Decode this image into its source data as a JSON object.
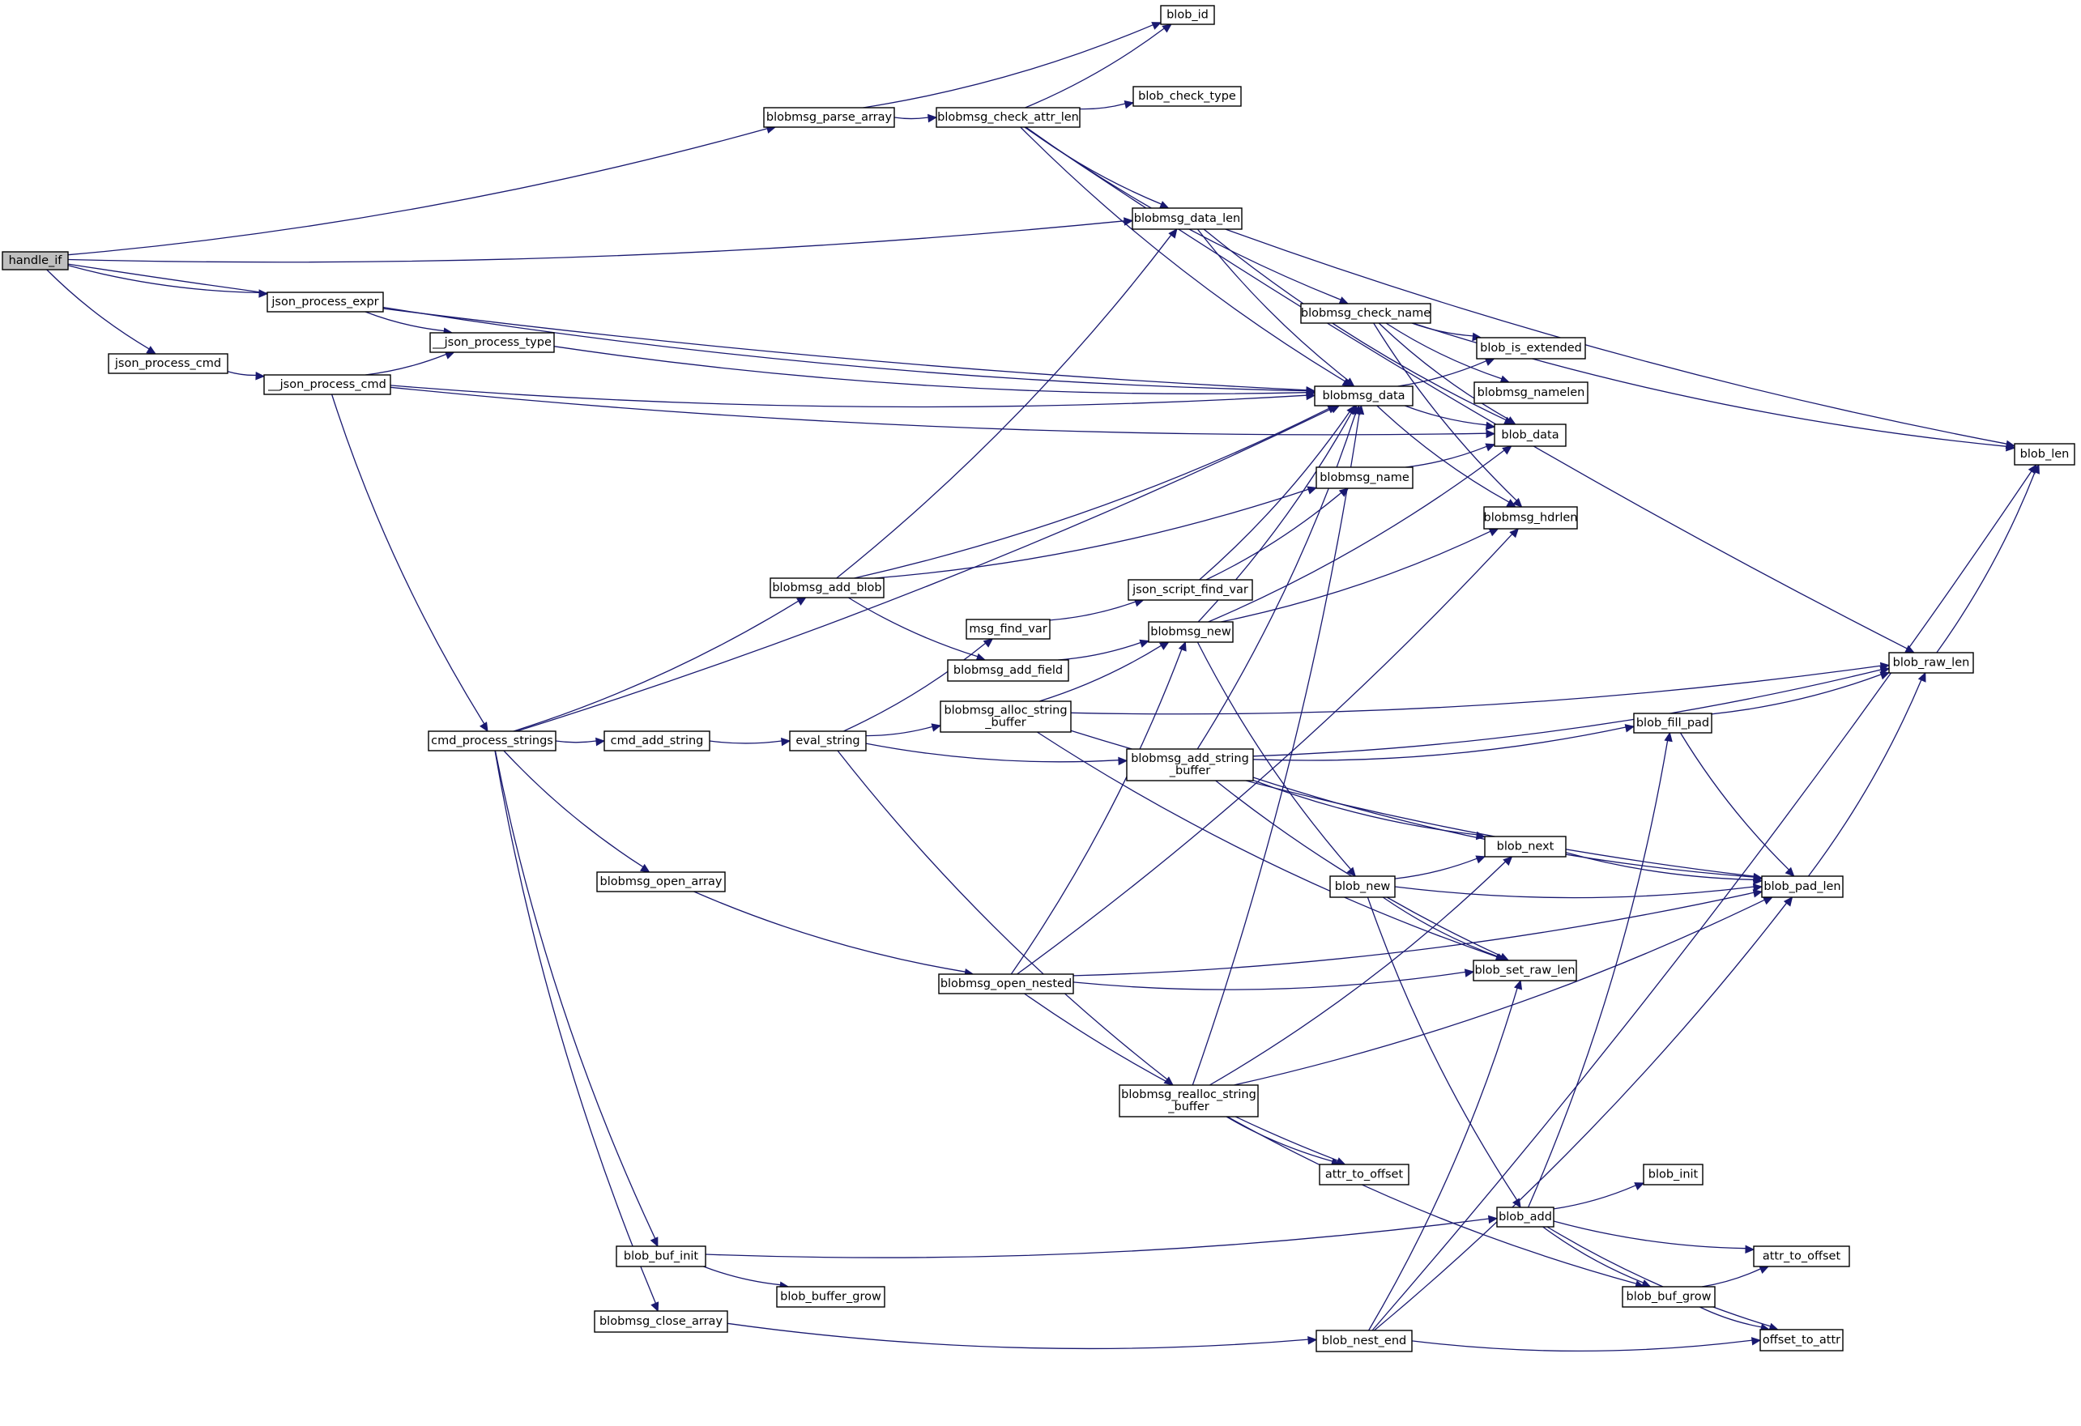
{
  "diagram": {
    "nodes": [
      {
        "id": "handle_if",
        "lines": [
          "handle_if"
        ],
        "root": true
      },
      {
        "id": "blobmsg_parse_array",
        "lines": [
          "blobmsg_parse_array"
        ]
      },
      {
        "id": "blob_id",
        "lines": [
          "blob_id"
        ]
      },
      {
        "id": "blobmsg_check_attr_len",
        "lines": [
          "blobmsg_check_attr_len"
        ]
      },
      {
        "id": "blob_check_type",
        "lines": [
          "blob_check_type"
        ]
      },
      {
        "id": "blobmsg_data_len",
        "lines": [
          "blobmsg_data_len"
        ]
      },
      {
        "id": "json_process_expr",
        "lines": [
          "json_process_expr"
        ]
      },
      {
        "id": "json_process_cmd",
        "lines": [
          "json_process_cmd"
        ]
      },
      {
        "id": "__json_process_type",
        "lines": [
          "__json_process_type"
        ]
      },
      {
        "id": "__json_process_cmd",
        "lines": [
          "__json_process_cmd"
        ]
      },
      {
        "id": "blobmsg_check_name",
        "lines": [
          "blobmsg_check_name"
        ]
      },
      {
        "id": "blob_is_extended",
        "lines": [
          "blob_is_extended"
        ]
      },
      {
        "id": "blobmsg_data",
        "lines": [
          "blobmsg_data"
        ]
      },
      {
        "id": "blobmsg_namelen",
        "lines": [
          "blobmsg_namelen"
        ]
      },
      {
        "id": "blob_data",
        "lines": [
          "blob_data"
        ]
      },
      {
        "id": "blob_len",
        "lines": [
          "blob_len"
        ]
      },
      {
        "id": "blobmsg_name",
        "lines": [
          "blobmsg_name"
        ]
      },
      {
        "id": "blobmsg_hdrlen",
        "lines": [
          "blobmsg_hdrlen"
        ]
      },
      {
        "id": "blobmsg_add_blob",
        "lines": [
          "blobmsg_add_blob"
        ]
      },
      {
        "id": "json_script_find_var",
        "lines": [
          "json_script_find_var"
        ]
      },
      {
        "id": "msg_find_var",
        "lines": [
          "msg_find_var"
        ]
      },
      {
        "id": "blobmsg_new",
        "lines": [
          "blobmsg_new"
        ]
      },
      {
        "id": "blobmsg_add_field",
        "lines": [
          "blobmsg_add_field"
        ]
      },
      {
        "id": "blob_raw_len",
        "lines": [
          "blob_raw_len"
        ]
      },
      {
        "id": "blobmsg_alloc_string_buffer",
        "lines": [
          "blobmsg_alloc_string",
          "_buffer"
        ]
      },
      {
        "id": "cmd_process_strings",
        "lines": [
          "cmd_process_strings"
        ]
      },
      {
        "id": "cmd_add_string",
        "lines": [
          "cmd_add_string"
        ]
      },
      {
        "id": "eval_string",
        "lines": [
          "eval_string"
        ]
      },
      {
        "id": "blobmsg_add_string_buffer",
        "lines": [
          "blobmsg_add_string",
          "_buffer"
        ]
      },
      {
        "id": "blob_fill_pad",
        "lines": [
          "blob_fill_pad"
        ]
      },
      {
        "id": "blob_next",
        "lines": [
          "blob_next"
        ]
      },
      {
        "id": "blob_new",
        "lines": [
          "blob_new"
        ]
      },
      {
        "id": "blob_pad_len",
        "lines": [
          "blob_pad_len"
        ]
      },
      {
        "id": "blobmsg_open_array",
        "lines": [
          "blobmsg_open_array"
        ]
      },
      {
        "id": "blob_set_raw_len",
        "lines": [
          "blob_set_raw_len"
        ]
      },
      {
        "id": "blobmsg_open_nested",
        "lines": [
          "blobmsg_open_nested"
        ]
      },
      {
        "id": "blobmsg_realloc_string_buffer",
        "lines": [
          "blobmsg_realloc_string",
          "_buffer"
        ]
      },
      {
        "id": "attr_to_offset_1",
        "lines": [
          "attr_to_offset"
        ]
      },
      {
        "id": "blob_init",
        "lines": [
          "blob_init"
        ]
      },
      {
        "id": "blob_add",
        "lines": [
          "blob_add"
        ]
      },
      {
        "id": "blob_buf_init",
        "lines": [
          "blob_buf_init"
        ]
      },
      {
        "id": "attr_to_offset_2",
        "lines": [
          "attr_to_offset"
        ]
      },
      {
        "id": "blob_buffer_grow",
        "lines": [
          "blob_buffer_grow"
        ]
      },
      {
        "id": "blob_buf_grow",
        "lines": [
          "blob_buf_grow"
        ]
      },
      {
        "id": "blobmsg_close_array",
        "lines": [
          "blobmsg_close_array"
        ]
      },
      {
        "id": "blob_nest_end",
        "lines": [
          "blob_nest_end"
        ]
      },
      {
        "id": "offset_to_attr",
        "lines": [
          "offset_to_attr"
        ]
      }
    ],
    "edges": [
      [
        "handle_if",
        "blobmsg_parse_array"
      ],
      [
        "handle_if",
        "blobmsg_data_len"
      ],
      [
        "handle_if",
        "blobmsg_data"
      ],
      [
        "handle_if",
        "json_process_expr"
      ],
      [
        "handle_if",
        "json_process_cmd"
      ],
      [
        "blobmsg_parse_array",
        "blob_id"
      ],
      [
        "blobmsg_parse_array",
        "blobmsg_check_attr_len"
      ],
      [
        "blobmsg_check_attr_len",
        "blob_id"
      ],
      [
        "blobmsg_check_attr_len",
        "blob_check_type"
      ],
      [
        "blobmsg_check_attr_len",
        "blobmsg_data_len"
      ],
      [
        "blobmsg_check_attr_len",
        "blobmsg_check_name"
      ],
      [
        "blobmsg_check_attr_len",
        "blobmsg_data"
      ],
      [
        "blobmsg_check_attr_len",
        "blob_raw_len"
      ],
      [
        "blobmsg_data_len",
        "blobmsg_data"
      ],
      [
        "blobmsg_data_len",
        "blob_data"
      ],
      [
        "blobmsg_data_len",
        "blob_len"
      ],
      [
        "json_process_expr",
        "__json_process_type"
      ],
      [
        "json_process_expr",
        "blobmsg_data"
      ],
      [
        "json_process_cmd",
        "__json_process_cmd"
      ],
      [
        "__json_process_cmd",
        "__json_process_type"
      ],
      [
        "__json_process_cmd",
        "blobmsg_data"
      ],
      [
        "__json_process_cmd",
        "blob_data"
      ],
      [
        "__json_process_cmd",
        "cmd_process_strings"
      ],
      [
        "__json_process_type",
        "blobmsg_data"
      ],
      [
        "blobmsg_check_name",
        "blob_is_extended"
      ],
      [
        "blobmsg_check_name",
        "blobmsg_namelen"
      ],
      [
        "blobmsg_check_name",
        "blob_data"
      ],
      [
        "blobmsg_check_name",
        "blobmsg_hdrlen"
      ],
      [
        "blobmsg_check_name",
        "blob_len"
      ],
      [
        "blobmsg_data",
        "blob_is_extended"
      ],
      [
        "blobmsg_data",
        "blob_data"
      ],
      [
        "blobmsg_data",
        "blobmsg_hdrlen"
      ],
      [
        "blobmsg_name",
        "blob_data"
      ],
      [
        "cmd_process_strings",
        "blobmsg_data"
      ],
      [
        "cmd_process_strings",
        "blobmsg_add_blob"
      ],
      [
        "cmd_process_strings",
        "cmd_add_string"
      ],
      [
        "cmd_process_strings",
        "blobmsg_open_array"
      ],
      [
        "cmd_process_strings",
        "blob_buf_init"
      ],
      [
        "cmd_process_strings",
        "blobmsg_close_array"
      ],
      [
        "blobmsg_add_blob",
        "blobmsg_data_len"
      ],
      [
        "blobmsg_add_blob",
        "blobmsg_data"
      ],
      [
        "blobmsg_add_blob",
        "blobmsg_name"
      ],
      [
        "blobmsg_add_blob",
        "blobmsg_add_field"
      ],
      [
        "blobmsg_add_field",
        "blobmsg_new"
      ],
      [
        "json_script_find_var",
        "blobmsg_data"
      ],
      [
        "json_script_find_var",
        "blobmsg_name"
      ],
      [
        "msg_find_var",
        "json_script_find_var"
      ],
      [
        "cmd_add_string",
        "eval_string"
      ],
      [
        "eval_string",
        "msg_find_var"
      ],
      [
        "eval_string",
        "blobmsg_alloc_string_buffer"
      ],
      [
        "eval_string",
        "blobmsg_add_string_buffer"
      ],
      [
        "eval_string",
        "blobmsg_realloc_string_buffer"
      ],
      [
        "blobmsg_new",
        "blobmsg_data"
      ],
      [
        "blobmsg_new",
        "blob_data"
      ],
      [
        "blobmsg_new",
        "blobmsg_hdrlen"
      ],
      [
        "blobmsg_new",
        "blob_new"
      ],
      [
        "blobmsg_alloc_string_buffer",
        "blobmsg_new"
      ],
      [
        "blobmsg_alloc_string_buffer",
        "blob_raw_len"
      ],
      [
        "blobmsg_alloc_string_buffer",
        "blob_set_raw_len"
      ],
      [
        "blobmsg_alloc_string_buffer",
        "blob_pad_len"
      ],
      [
        "blobmsg_add_string_buffer",
        "blobmsg_data"
      ],
      [
        "blobmsg_add_string_buffer",
        "blob_raw_len"
      ],
      [
        "blobmsg_add_string_buffer",
        "blob_fill_pad"
      ],
      [
        "blobmsg_add_string_buffer",
        "blob_next"
      ],
      [
        "blobmsg_add_string_buffer",
        "blob_pad_len"
      ],
      [
        "blobmsg_add_string_buffer",
        "blob_set_raw_len"
      ],
      [
        "blob_fill_pad",
        "blob_raw_len"
      ],
      [
        "blob_fill_pad",
        "blob_pad_len"
      ],
      [
        "blob_raw_len",
        "blob_len"
      ],
      [
        "blob_new",
        "blob_next"
      ],
      [
        "blob_new",
        "blob_pad_len"
      ],
      [
        "blob_new",
        "blob_set_raw_len"
      ],
      [
        "blob_new",
        "blob_add"
      ],
      [
        "blob_next",
        "blob_pad_len"
      ],
      [
        "blob_pad_len",
        "blob_raw_len"
      ],
      [
        "blobmsg_open_array",
        "blobmsg_open_nested"
      ],
      [
        "blobmsg_open_nested",
        "blobmsg_new"
      ],
      [
        "blobmsg_open_nested",
        "blobmsg_hdrlen"
      ],
      [
        "blobmsg_open_nested",
        "blob_set_raw_len"
      ],
      [
        "blobmsg_open_nested",
        "attr_to_offset_1"
      ],
      [
        "blobmsg_open_nested",
        "blob_pad_len"
      ],
      [
        "blobmsg_realloc_string_buffer",
        "blobmsg_data"
      ],
      [
        "blobmsg_realloc_string_buffer",
        "blob_next"
      ],
      [
        "blobmsg_realloc_string_buffer",
        "blob_pad_len"
      ],
      [
        "blobmsg_realloc_string_buffer",
        "attr_to_offset_1"
      ],
      [
        "blobmsg_realloc_string_buffer",
        "blob_buf_grow"
      ],
      [
        "blob_buf_init",
        "blob_add"
      ],
      [
        "blob_buf_init",
        "blob_buffer_grow"
      ],
      [
        "blob_add",
        "blob_fill_pad"
      ],
      [
        "blob_add",
        "blob_init"
      ],
      [
        "blob_add",
        "attr_to_offset_2"
      ],
      [
        "blob_add",
        "blob_buf_grow"
      ],
      [
        "blob_add",
        "offset_to_attr"
      ],
      [
        "blob_buf_grow",
        "attr_to_offset_2"
      ],
      [
        "blob_buf_grow",
        "offset_to_attr"
      ],
      [
        "blobmsg_close_array",
        "blob_nest_end"
      ],
      [
        "blob_nest_end",
        "blob_set_raw_len"
      ],
      [
        "blob_nest_end",
        "blob_pad_len"
      ],
      [
        "blob_nest_end",
        "offset_to_attr"
      ],
      [
        "blob_nest_end",
        "blob_len"
      ]
    ]
  },
  "colors": {
    "edge": "#191970",
    "node_border": "#000000",
    "node_fill": "#ffffff",
    "root_fill": "#bfbfbf",
    "background": "#ffffff"
  }
}
